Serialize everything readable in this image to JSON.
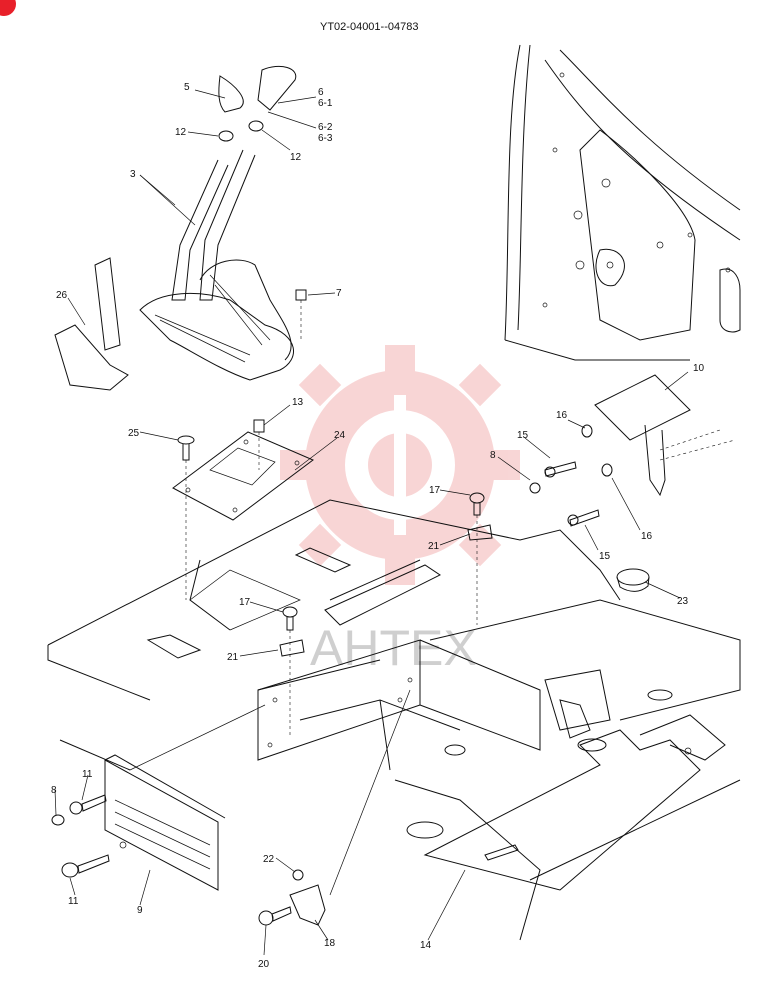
{
  "header": {
    "code": "YT02-04001--04783"
  },
  "watermark": {
    "text": "AHTEX",
    "color": "#f0a3a3"
  },
  "brand_color": "#e8202a",
  "callouts": [
    "5",
    "6",
    "6-1",
    "6-2",
    "6-3",
    "12",
    "12",
    "3",
    "26",
    "7",
    "10",
    "13",
    "25",
    "24",
    "16",
    "15",
    "8",
    "17",
    "21",
    "23",
    "16",
    "15",
    "17",
    "21",
    "11",
    "8",
    "11",
    "9",
    "22",
    "20",
    "18",
    "14"
  ]
}
